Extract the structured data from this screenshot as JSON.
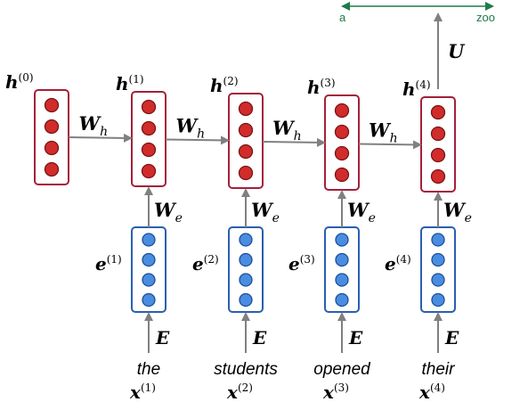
{
  "vocab": {
    "start": "a",
    "end": "zoo"
  },
  "output_weight": "U",
  "hidden_weight": {
    "base": "W",
    "sub": "h"
  },
  "embed_weight": {
    "base": "W",
    "sub": "e"
  },
  "embed_matrix": "E",
  "hidden_states": [
    {
      "base": "h",
      "sup": "(0)"
    },
    {
      "base": "h",
      "sup": "(1)"
    },
    {
      "base": "h",
      "sup": "(2)"
    },
    {
      "base": "h",
      "sup": "(3)"
    },
    {
      "base": "h",
      "sup": "(4)"
    }
  ],
  "embeddings": [
    {
      "base": "e",
      "sup": "(1)"
    },
    {
      "base": "e",
      "sup": "(2)"
    },
    {
      "base": "e",
      "sup": "(3)"
    },
    {
      "base": "e",
      "sup": "(4)"
    }
  ],
  "words": [
    "the",
    "students",
    "opened",
    "their"
  ],
  "inputs": [
    {
      "base": "x",
      "sup": "(1)"
    },
    {
      "base": "x",
      "sup": "(2)"
    },
    {
      "base": "x",
      "sup": "(3)"
    },
    {
      "base": "x",
      "sup": "(4)"
    }
  ],
  "colors": {
    "hidden_stroke": "#a3203a",
    "hidden_dot": "#d12b2b",
    "embed_stroke": "#2a5fb0",
    "embed_dot": "#4a8de0",
    "arrow": "#808080",
    "vocab_line": "#1e7a4a"
  }
}
